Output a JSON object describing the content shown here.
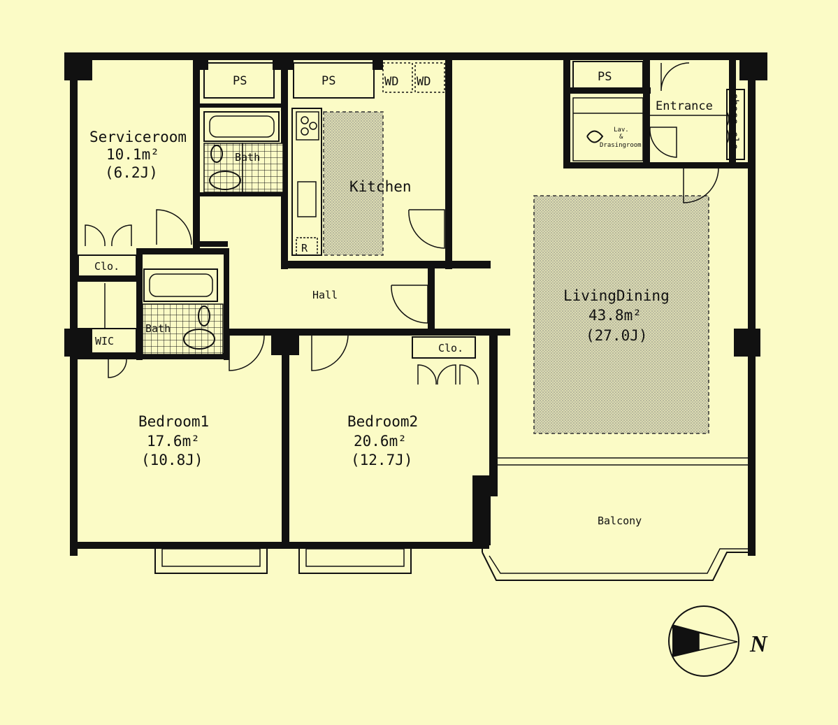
{
  "rooms": {
    "serviceroom": {
      "name": "Serviceroom",
      "area": "10.1m²",
      "jo": "(6.2J)"
    },
    "kitchen": {
      "name": "Kitchen"
    },
    "living": {
      "name": "LivingDining",
      "area": "43.8m²",
      "jo": "(27.0J)"
    },
    "bedroom1": {
      "name": "Bedroom1",
      "area": "17.6m²",
      "jo": "(10.8J)"
    },
    "bedroom2": {
      "name": "Bedroom2",
      "area": "20.6m²",
      "jo": "(12.7J)"
    },
    "hall": {
      "name": "Hall"
    },
    "balcony": {
      "name": "Balcony"
    },
    "entrance": {
      "name": "Entrance"
    }
  },
  "fixtures": {
    "ps1": "PS",
    "ps2": "PS",
    "ps3": "PS",
    "wd1": "WD",
    "wd2": "WD",
    "bath1": "Bath",
    "bath2": "Bath",
    "clo1": "Clo.",
    "clo2": "Clo.",
    "wic": "WIC",
    "fridge": "R",
    "shoe": "shose clo.",
    "lav1": "Lav.",
    "lav2": "&",
    "lav3": "Drasingroom"
  },
  "compass": {
    "label": "N"
  }
}
